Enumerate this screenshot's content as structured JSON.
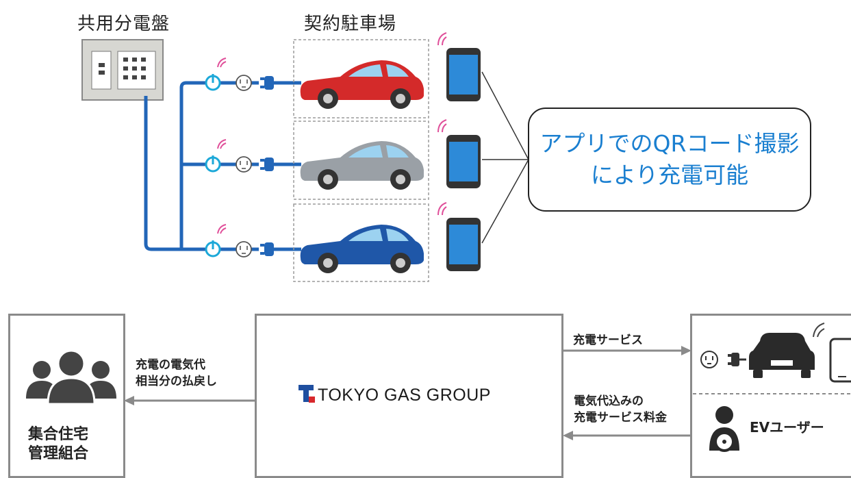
{
  "top": {
    "panel_label": "共用分電盤",
    "parking_label": "契約駐車場",
    "bubble_line1": "アプリでのQRコード撮影",
    "bubble_line2": "により充電可能"
  },
  "bottom": {
    "hoa_label_line1": "集合住宅",
    "hoa_label_line2": "管理組合",
    "refund_line1": "充電の電気代",
    "refund_line2": "相当分の払戻し",
    "company_logo_text": "TOKYO GAS GROUP",
    "service_label": "充電サービス",
    "fee_line1": "電気代込みの",
    "fee_line2": "充電サービス料金",
    "user_label": "EVユーザー"
  },
  "colors": {
    "cable": "#2266b8",
    "switch": "#1ca8d8",
    "signal": "#e0509a",
    "car_red": "#d42a2a",
    "car_silver": "#9aa0a6",
    "car_blue": "#1f57a8",
    "bubble_text": "#1a7fd0",
    "logo_red": "#d8282c",
    "logo_blue": "#1f4fa0"
  },
  "icons": [
    "distribution-panel-icon",
    "power-switch-icon",
    "outlet-icon",
    "plug-icon",
    "car-icon",
    "smartphone-icon",
    "signal-icon",
    "people-icon",
    "driver-icon",
    "tokyo-gas-logo-icon"
  ]
}
